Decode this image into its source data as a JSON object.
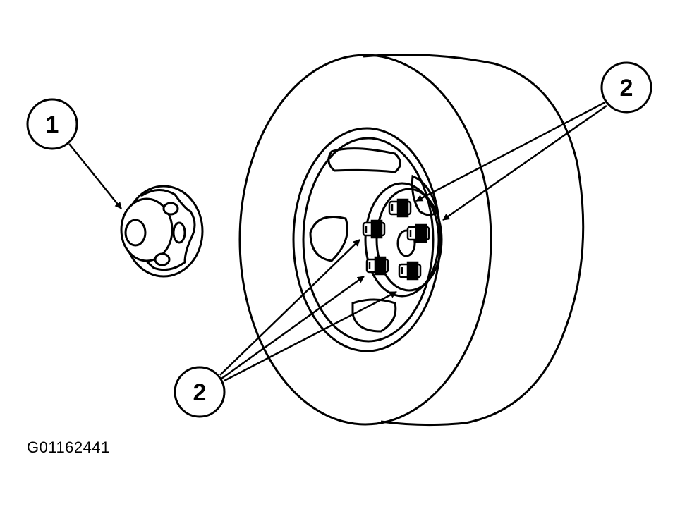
{
  "callouts": {
    "hub_cap": "1",
    "lug_nuts_upper": "2",
    "lug_nuts_lower": "2"
  },
  "figure_id": "G01162441",
  "colors": {
    "line": "#000000",
    "background": "#ffffff"
  }
}
